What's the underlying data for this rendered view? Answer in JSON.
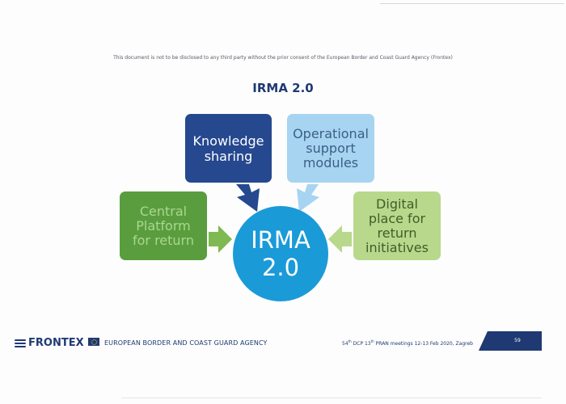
{
  "disclaimer": "This document is not to be disclosed to any third party without the prior consent of the European Border and Coast Guard Agency (Frontex)",
  "slide": {
    "title": "IRMA 2.0"
  },
  "diagram": {
    "hub": "IRMA\n2.0",
    "boxes": {
      "knowledge": "Knowledge\nsharing",
      "operational": "Operational\nsupport\nmodules",
      "central": "Central\nPlatform\nfor return",
      "digital": "Digital\nplace for\nreturn\ninitiatives"
    },
    "colors": {
      "knowledge": "#25488f",
      "operational": "#a7d4f1",
      "central": "#5a9d3f",
      "digital": "#b8d88c",
      "hub": "#1b9ad8"
    }
  },
  "footer": {
    "logo_text": "FRONTEX",
    "logo_icon": "frontex-logo-icon",
    "flag_icon": "eu-flag-icon",
    "agency": "EUROPEAN BORDER AND COAST GUARD AGENCY",
    "meeting_prefix": "54",
    "meeting_sup1": "th",
    "meeting_mid": " DCP 13",
    "meeting_sup2": "th",
    "meeting_suffix": " PRAN meetings 12-13 Feb 2020, Zagreb",
    "page_number": "59"
  }
}
